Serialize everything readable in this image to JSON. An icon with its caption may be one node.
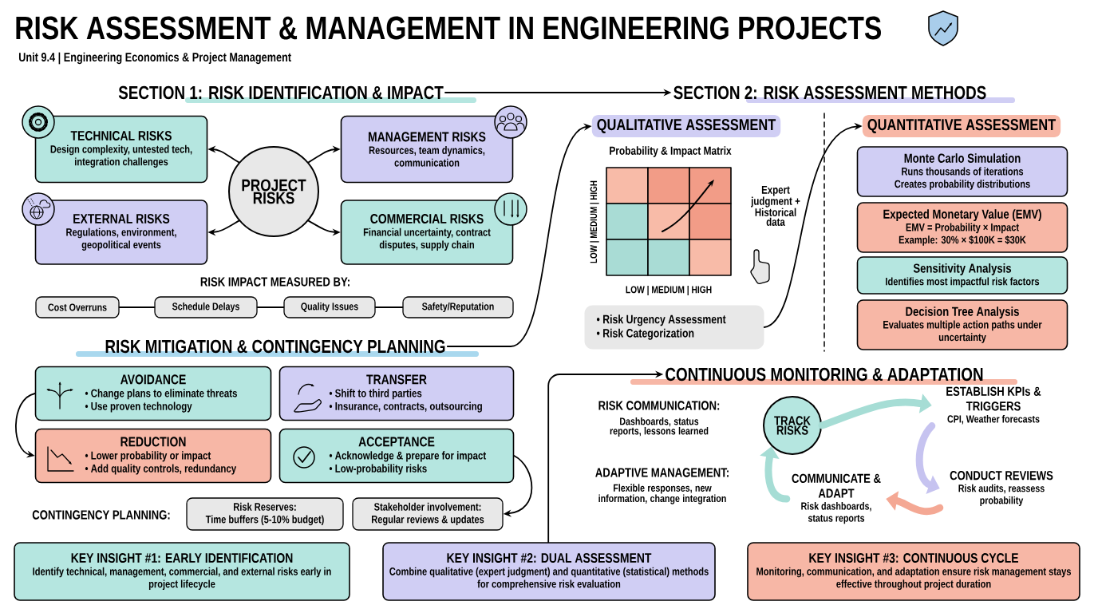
{
  "diagram": {
    "title": "RISK ASSESSMENT & MANAGEMENT IN ENGINEERING PROJECTS",
    "nodes": [
      {
        "text": [
          "SECTION 1: RISK IDENTIFICATION & IMPACT"
        ]
      },
      {
        "text": [
          "SECTION 2: RISK ASSESSMENT METHODS"
        ]
      },
      {
        "text": [
          "TECHNICAL RISKS",
          "Design complexity, untested tech, integration challenges"
        ]
      },
      {
        "text": [
          "MANAGEMENT RISKS",
          "Resources, team dynamics, communication"
        ]
      },
      {
        "text": [
          "PROJECT RISKS"
        ]
      },
      {
        "text": [
          "EXTERNAL RISKS",
          "Regulations, environment, geopolitical events"
        ]
      },
      {
        "text": [
          "COMMERCIAL RISKS",
          "Financial uncertainty, contract disputes, supply chain"
        ]
      },
      {
        "text": [
          "Cost Overruns"
        ]
      },
      {
        "text": [
          "Schedule Delays"
        ]
      },
      {
        "text": [
          "Quality Issues"
        ]
      },
      {
        "text": [
          "Safety/Reputation"
        ]
      },
      {
        "text": [
          "RISK MITIGATION & CONTINGENCY PLANNING"
        ]
      },
      {
        "text": [
          "QUALITATIVE ASSESSMENT"
        ]
      },
      {
        "text": [
          "QUANTITATIVE ASSESSMENT"
        ]
      },
      {
        "text": [
          "• Risk Urgency Assessment",
          "• Risk Categorization"
        ]
      },
      {
        "text": [
          "Monte Carlo Simulation",
          "Runs thousands of iterations",
          "Creates probability distributions"
        ]
      },
      {
        "text": [
          "Expected Monetary Value (EMV)",
          "EMV = Probability × Impact",
          "Example: 30% × $100K = $30K"
        ]
      },
      {
        "text": [
          "Sensitivity Analysis",
          "Identifies most impactful risk factors"
        ]
      },
      {
        "text": [
          "Decision Tree Analysis",
          "Evaluates multiple action paths under uncertainty"
        ]
      },
      {
        "text": [
          "AVOIDANCE",
          "• Change plans to eliminate threats",
          "• Use proven technology"
        ]
      },
      {
        "text": [
          "TRANSFER",
          "• Shift to third parties",
          "• Insurance, contracts, outsourcing"
        ]
      },
      {
        "text": [
          "REDUCTION",
          "• Lower probability or impact",
          "• Add quality controls, redundancy"
        ]
      },
      {
        "text": [
          "ACCEPTANCE",
          "• Acknowledge & prepare for impact",
          "• Low-probability risks"
        ]
      },
      {
        "text": [
          "Risk Reserves:",
          "Time buffers (5-10% budget)"
        ]
      },
      {
        "text": [
          "Stakeholder involvement:",
          "Regular reviews & updates"
        ]
      },
      {
        "text": [
          "CONTINUOUS MONITORING & ADAPTATION"
        ]
      },
      {
        "text": [
          "TRACK RISKS"
        ]
      },
      {
        "text": [
          "ESTABLISH KPIs & TRIGGERS",
          "CPI, Weather forecasts"
        ]
      },
      {
        "text": [
          "CONDUCT REVIEWS",
          "Risk audits, reassess probability"
        ]
      },
      {
        "text": [
          "COMMUNICATE & ADAPT",
          "Risk dashboards, status reports"
        ]
      },
      {
        "text": [
          "KEY INSIGHT #1: EARLY IDENTIFICATION",
          "Identify technical, management, commercial, and external risks early in project lifecycle"
        ]
      },
      {
        "text": [
          "KEY INSIGHT #2: DUAL ASSESSMENT",
          "Combine qualitative (expert judgment) and quantitative (statistical) methods for comprehensive risk evaluation"
        ]
      },
      {
        "text": [
          "KEY INSIGHT #3: CONTINUOUS CYCLE",
          "Monitoring, communication, and adaptation ensure risk management stays effective throughout project duration"
        ]
      }
    ],
    "edges": [
      {
        "from": 0,
        "to": 1,
        "arrow": "to"
      },
      {
        "from": 4,
        "to": 2,
        "arrow": "to"
      },
      {
        "from": 4,
        "to": 3,
        "arrow": "to"
      },
      {
        "from": 4,
        "to": 5,
        "arrow": "to"
      },
      {
        "from": 4,
        "to": 6,
        "arrow": "to"
      },
      {
        "from": 7,
        "to": 8,
        "arrow": "none"
      },
      {
        "from": 8,
        "to": 9,
        "arrow": "none"
      },
      {
        "from": 9,
        "to": 10,
        "arrow": "none"
      },
      {
        "from": 11,
        "to": 12,
        "arrow": "to"
      },
      {
        "from": 14,
        "to": 13,
        "arrow": "to"
      },
      {
        "from": 19,
        "to": 21,
        "arrow": "to"
      },
      {
        "from": 22,
        "to": 24,
        "arrow": "to"
      },
      {
        "from": 31,
        "to": 25,
        "arrow": "to"
      },
      {
        "from": 26,
        "to": 27,
        "arrow": "to",
        "style": "thick",
        "color": "#a6ddd5"
      },
      {
        "from": 27,
        "to": 28,
        "arrow": "to",
        "style": "thick",
        "color": "#c6c3f0"
      },
      {
        "from": 28,
        "to": 29,
        "arrow": "to",
        "style": "thick",
        "color": "#f4a894"
      },
      {
        "from": 29,
        "to": 26,
        "arrow": "to",
        "style": "thick",
        "color": "#a6ddd5"
      }
    ],
    "labels": [
      "Unit 9.4 | Engineering Economics & Project Management",
      "RISK IMPACT MEASURED BY:",
      "Probability & Impact Matrix",
      "LOW | MEDIUM | HIGH",
      "Expert judgment + Historical data",
      "LOW | MEDIUM | HIGH",
      "CONTINGENCY PLANNING:",
      "RISK COMMUNICATION:",
      "Dashboards, status reports, lessons learned",
      "ADAPTIVE MANAGEMENT:",
      "Flexible responses, new information, change integration"
    ]
  }
}
